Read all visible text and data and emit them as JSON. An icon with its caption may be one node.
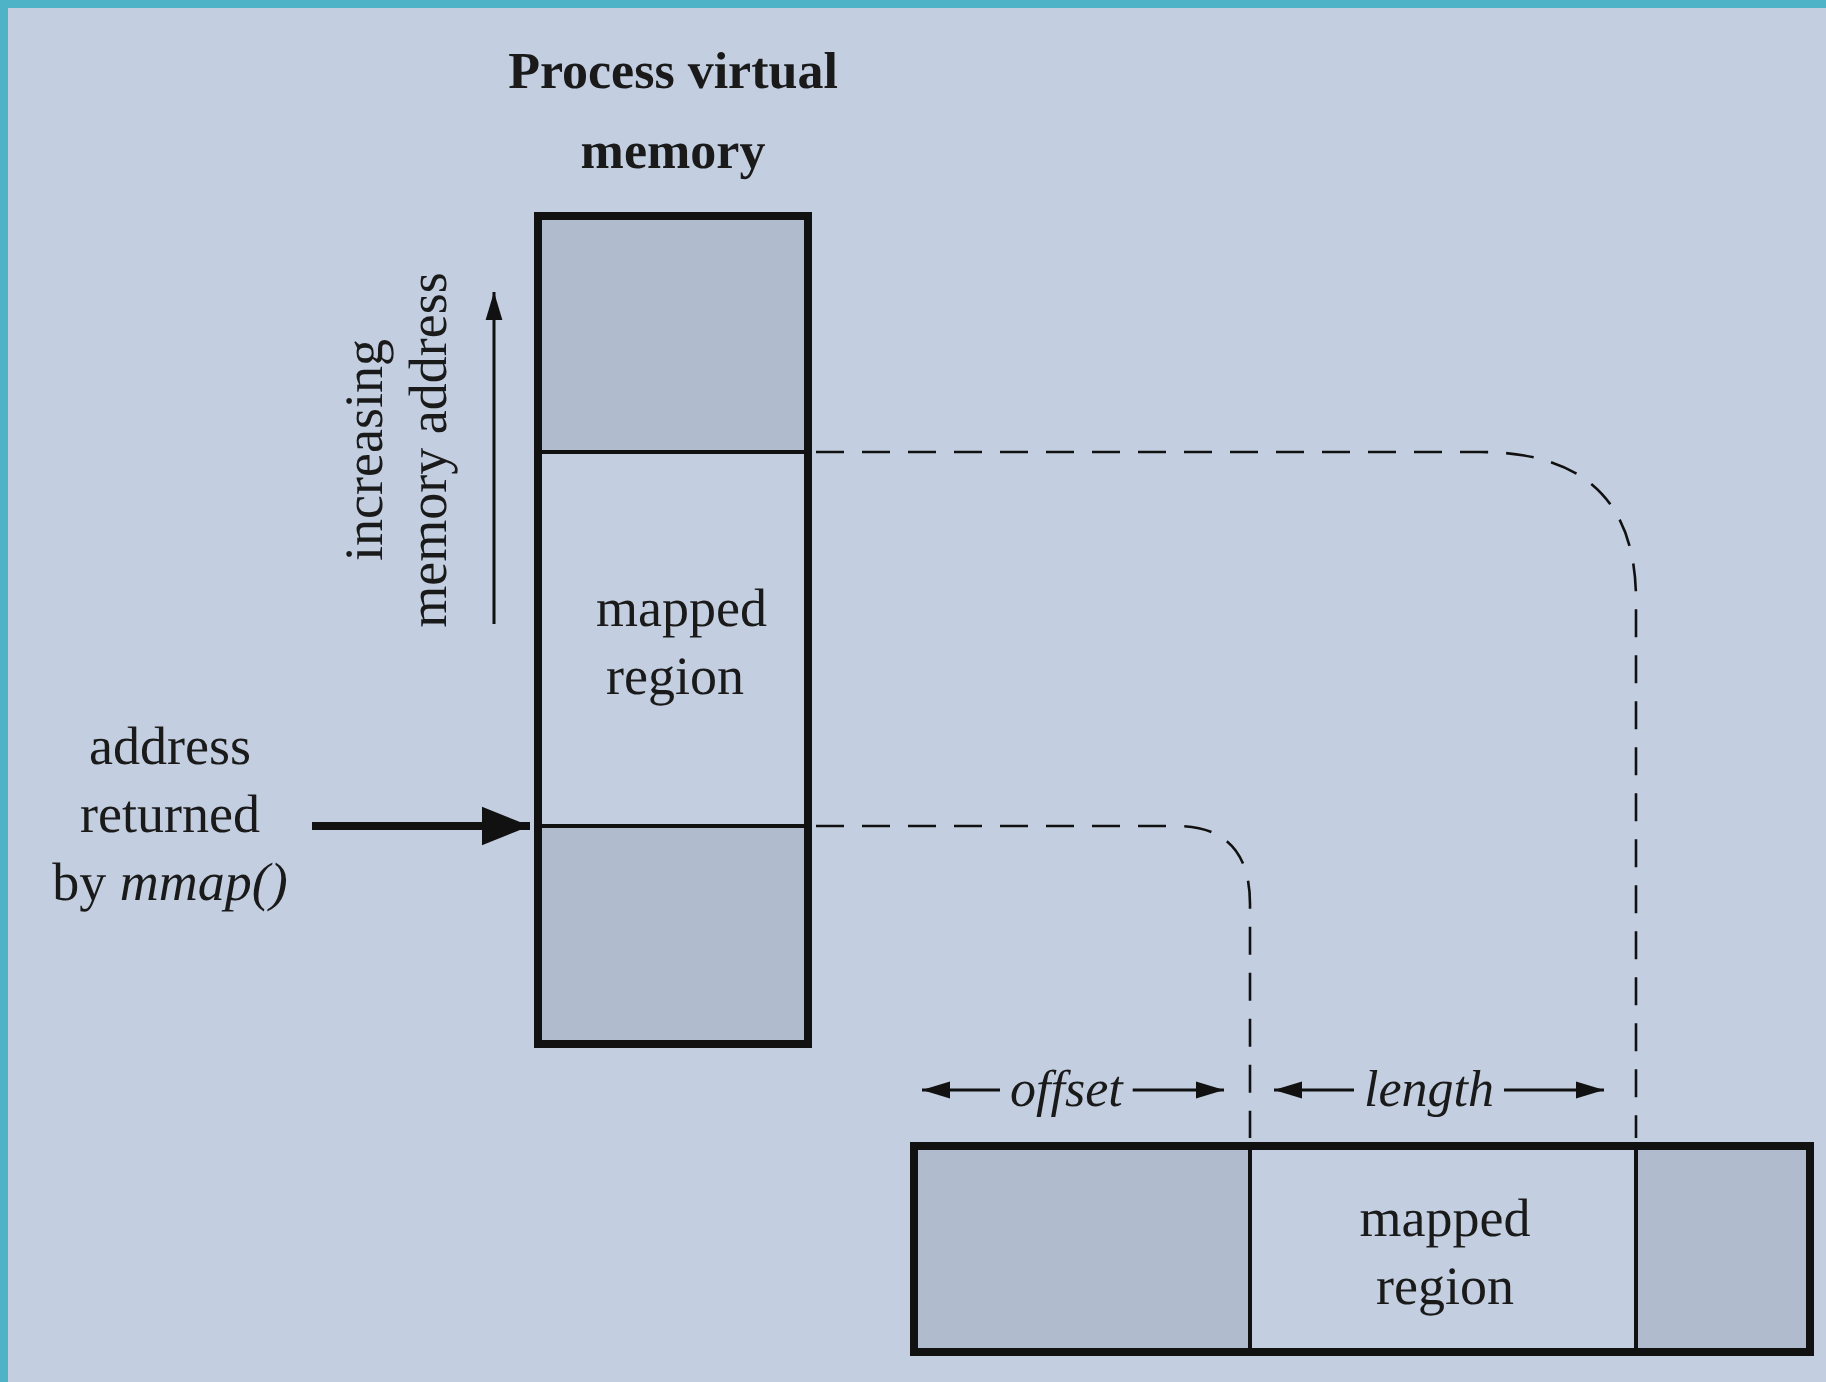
{
  "diagram": {
    "nodes": [
      {
        "text": [
          "Process virtual memory"
        ]
      },
      {
        "text": [],
        "shape": "box",
        "in": 0
      },
      {
        "text": [
          "mapped region"
        ],
        "in": 0
      },
      {
        "text": [],
        "shape": "box",
        "in": 0
      },
      {
        "text": [],
        "shape": "bar"
      },
      {
        "text": [],
        "shape": "box",
        "in": 4
      },
      {
        "text": [
          "mapped region"
        ],
        "in": 4
      },
      {
        "text": [],
        "shape": "box",
        "in": 4
      },
      {
        "text": [
          "address returned by *mmap()*"
        ]
      }
    ],
    "edges": [
      {
        "from": 8,
        "to": 2,
        "arrow": "to",
        "style": "thick"
      },
      {
        "from": 2,
        "to": 6,
        "arrow": "none",
        "style": "dashed"
      },
      {
        "from": 2,
        "to": 6,
        "arrow": "none",
        "style": "dashed"
      }
    ],
    "labels": [
      "increasing memory address",
      "offset",
      "length"
    ]
  }
}
